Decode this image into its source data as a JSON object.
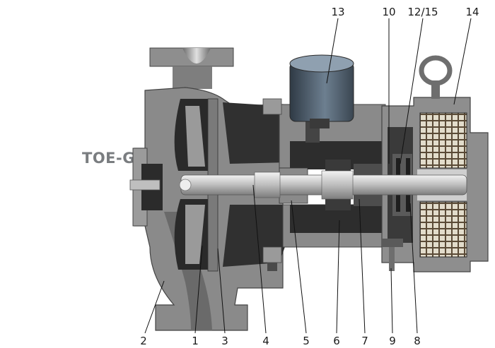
{
  "model_label": "TOE-GI",
  "callouts_top": [
    "13",
    "10",
    "12/15",
    "14"
  ],
  "callouts_bottom": [
    "2",
    "1",
    "3",
    "4",
    "5",
    "6",
    "7",
    "9",
    "8"
  ],
  "colors": {
    "casing": "#8c8c8c",
    "casing_dark": "#5f5f5f",
    "shaft": "#d9d9d9",
    "cavity": "#1e1e1e",
    "tank": "#556270",
    "magnet_light": "#d8d2c0",
    "leader": "#111111"
  }
}
